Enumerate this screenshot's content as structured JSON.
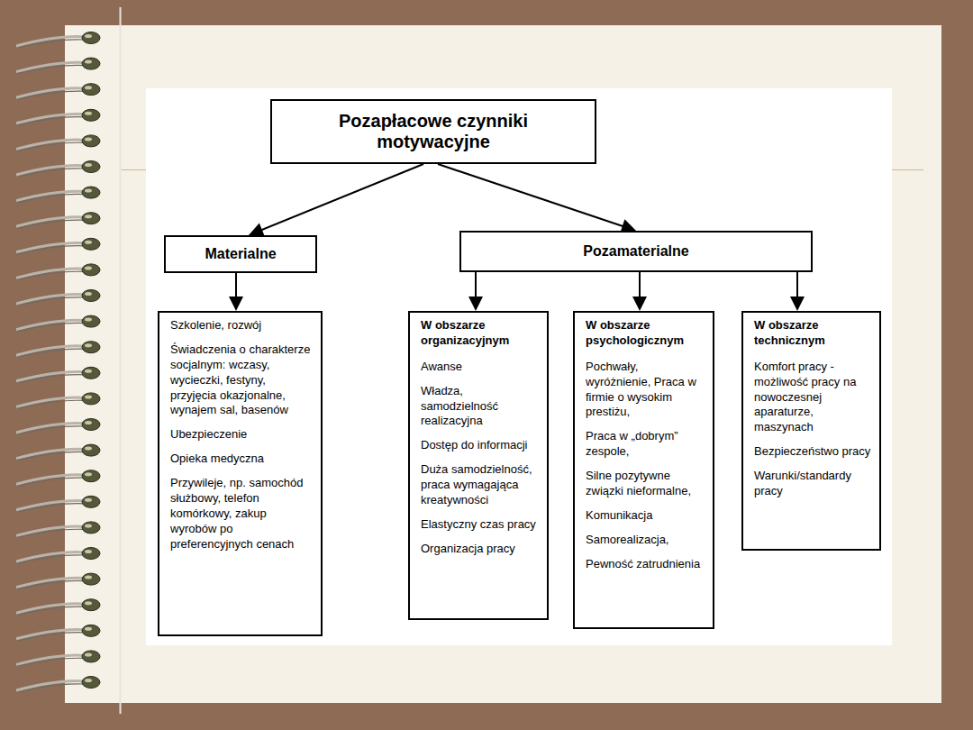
{
  "diagram": {
    "nodes": [
      {
        "text": [
          "Pozapłacowe czynniki motywacyjne"
        ]
      },
      {
        "text": [
          "Materialne"
        ]
      },
      {
        "text": [
          "Pozamaterialne"
        ]
      },
      {
        "text": [
          "Szkolenie, rozwój",
          "Świadczenia o charakterze socjalnym: wczasy, wycieczki, festyny, przyjęcia okazjonalne, wynajem sal, basenów",
          "Ubezpieczenie",
          "Opieka medyczna",
          "Przywileje, np. samochód służbowy, telefon komórkowy, zakup wyrobów po preferencyjnych cenach"
        ]
      },
      {
        "text": [
          "W obszarze organizacyjnym",
          "Awanse",
          "Władza, samodzielność realizacyjna",
          "Dostęp do informacji",
          "Duża samodzielność, praca wymagająca kreatywności",
          "Elastyczny czas pracy",
          "Organizacja pracy"
        ]
      },
      {
        "text": [
          "W obszarze psychologicznym",
          "Pochwały, wyróżnienie, Praca w  firmie o wysokim prestiżu,",
          "Praca w „dobrym” zespole,",
          "Silne pozytywne związki nieformalne,",
          "Komunikacja",
          "Samorealizacja,",
          "Pewność zatrudnienia"
        ]
      },
      {
        "text": [
          "W obszarze technicznym",
          "Komfort pracy - możliwość pracy na nowoczesnej aparaturze, maszynach",
          "Bezpieczeństwo pracy",
          "Warunki/standardy pracy"
        ]
      }
    ],
    "edges": [
      {
        "from": 0,
        "to": 1,
        "arrow": "to"
      },
      {
        "from": 0,
        "to": 2,
        "arrow": "to"
      },
      {
        "from": 1,
        "to": 3,
        "arrow": "to"
      },
      {
        "from": 2,
        "to": 4,
        "arrow": "to"
      },
      {
        "from": 2,
        "to": 5,
        "arrow": "to"
      },
      {
        "from": 2,
        "to": 6,
        "arrow": "to"
      }
    ]
  }
}
